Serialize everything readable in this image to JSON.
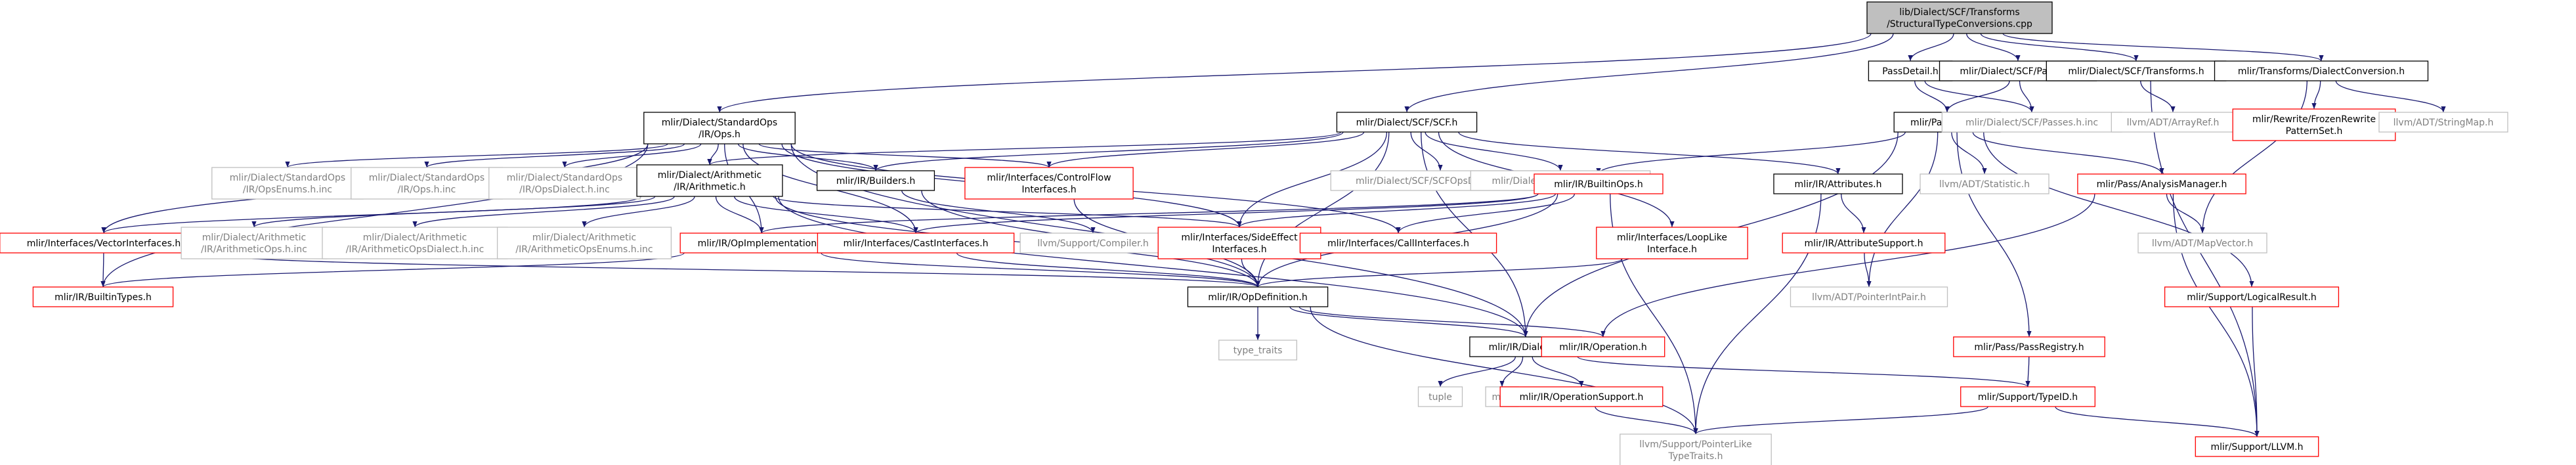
{
  "colors": {
    "edge": "#191970",
    "normal_border": "#000000",
    "missing_border": "#bfbfbf",
    "missing_text": "#808080",
    "error_border": "#ff0000",
    "root_fill": "#bfbfbf"
  },
  "nodes": [
    {
      "id": "root",
      "lines": [
        "lib/Dialect/SCF/Transforms",
        "/StructuralTypeConversions.cpp"
      ],
      "style": "root"
    },
    {
      "id": "passdetail",
      "lines": [
        "PassDetail.h"
      ],
      "style": "normal"
    },
    {
      "id": "scf_passes",
      "lines": [
        "mlir/Dialect/SCF/Passes.h"
      ],
      "style": "normal"
    },
    {
      "id": "scf_transforms",
      "lines": [
        "mlir/Dialect/SCF/Transforms.h"
      ],
      "style": "normal"
    },
    {
      "id": "dialect_conversion",
      "lines": [
        "mlir/Transforms/DialectConversion.h"
      ],
      "style": "normal"
    },
    {
      "id": "std_ops",
      "lines": [
        "mlir/Dialect/StandardOps",
        "/IR/Ops.h"
      ],
      "style": "normal"
    },
    {
      "id": "scf_h",
      "lines": [
        "mlir/Dialect/SCF/SCF.h"
      ],
      "style": "normal"
    },
    {
      "id": "pass_h",
      "lines": [
        "mlir/Pass/Pass.h"
      ],
      "style": "normal"
    },
    {
      "id": "passes_inc",
      "lines": [
        "mlir/Dialect/SCF/Passes.h.inc"
      ],
      "style": "missing"
    },
    {
      "id": "arrayref",
      "lines": [
        "llvm/ADT/ArrayRef.h"
      ],
      "style": "missing"
    },
    {
      "id": "frozen_rewrite",
      "lines": [
        "mlir/Rewrite/FrozenRewrite",
        "PatternSet.h"
      ],
      "style": "error"
    },
    {
      "id": "stringmap",
      "lines": [
        "llvm/ADT/StringMap.h"
      ],
      "style": "missing"
    },
    {
      "id": "std_enums_inc",
      "lines": [
        "mlir/Dialect/StandardOps",
        "/IR/OpsEnums.h.inc"
      ],
      "style": "missing"
    },
    {
      "id": "std_ops_inc",
      "lines": [
        "mlir/Dialect/StandardOps",
        "/IR/Ops.h.inc"
      ],
      "style": "missing"
    },
    {
      "id": "std_dialect_inc",
      "lines": [
        "mlir/Dialect/StandardOps",
        "/IR/OpsDialect.h.inc"
      ],
      "style": "missing"
    },
    {
      "id": "arith_h",
      "lines": [
        "mlir/Dialect/Arithmetic",
        "/IR/Arithmetic.h"
      ],
      "style": "normal"
    },
    {
      "id": "builders",
      "lines": [
        "mlir/IR/Builders.h"
      ],
      "style": "normal"
    },
    {
      "id": "control_flow",
      "lines": [
        "mlir/Interfaces/ControlFlow",
        "Interfaces.h"
      ],
      "style": "error"
    },
    {
      "id": "scf_dialect_inc",
      "lines": [
        "mlir/Dialect/SCF/SCFOpsDialect.h.inc"
      ],
      "style": "missing"
    },
    {
      "id": "scf_ops_inc",
      "lines": [
        "mlir/Dialect/SCF/SCFOps.h.inc"
      ],
      "style": "missing"
    },
    {
      "id": "builtin_ops",
      "lines": [
        "mlir/IR/BuiltinOps.h"
      ],
      "style": "error"
    },
    {
      "id": "attributes",
      "lines": [
        "mlir/IR/Attributes.h"
      ],
      "style": "normal"
    },
    {
      "id": "statistic",
      "lines": [
        "llvm/ADT/Statistic.h"
      ],
      "style": "missing"
    },
    {
      "id": "analysis_mgr",
      "lines": [
        "mlir/Pass/AnalysisManager.h"
      ],
      "style": "error"
    },
    {
      "id": "vector_iface",
      "lines": [
        "mlir/Interfaces/VectorInterfaces.h"
      ],
      "style": "error"
    },
    {
      "id": "arith_ops_inc",
      "lines": [
        "mlir/Dialect/Arithmetic",
        "/IR/ArithmeticOps.h.inc"
      ],
      "style": "missing"
    },
    {
      "id": "arith_dialect_inc",
      "lines": [
        "mlir/Dialect/Arithmetic",
        "/IR/ArithmeticOpsDialect.h.inc"
      ],
      "style": "missing"
    },
    {
      "id": "arith_enums_inc",
      "lines": [
        "mlir/Dialect/Arithmetic",
        "/IR/ArithmeticOpsEnums.h.inc"
      ],
      "style": "missing"
    },
    {
      "id": "op_impl",
      "lines": [
        "mlir/IR/OpImplementation.h"
      ],
      "style": "error"
    },
    {
      "id": "cast_iface",
      "lines": [
        "mlir/Interfaces/CastInterfaces.h"
      ],
      "style": "error"
    },
    {
      "id": "compiler_h",
      "lines": [
        "llvm/Support/Compiler.h"
      ],
      "style": "missing"
    },
    {
      "id": "side_effect",
      "lines": [
        "mlir/Interfaces/SideEffect",
        "Interfaces.h"
      ],
      "style": "error"
    },
    {
      "id": "call_iface",
      "lines": [
        "mlir/Interfaces/CallInterfaces.h"
      ],
      "style": "error"
    },
    {
      "id": "loop_like",
      "lines": [
        "mlir/Interfaces/LoopLike",
        "Interface.h"
      ],
      "style": "error"
    },
    {
      "id": "attr_support",
      "lines": [
        "mlir/IR/AttributeSupport.h"
      ],
      "style": "error"
    },
    {
      "id": "mapvector",
      "lines": [
        "llvm/ADT/MapVector.h"
      ],
      "style": "missing"
    },
    {
      "id": "builtin_types",
      "lines": [
        "mlir/IR/BuiltinTypes.h"
      ],
      "style": "error"
    },
    {
      "id": "op_def",
      "lines": [
        "mlir/IR/OpDefinition.h"
      ],
      "style": "normal"
    },
    {
      "id": "ptr_int_pair",
      "lines": [
        "llvm/ADT/PointerIntPair.h"
      ],
      "style": "missing"
    },
    {
      "id": "logical_result",
      "lines": [
        "mlir/Support/LogicalResult.h"
      ],
      "style": "error"
    },
    {
      "id": "type_traits",
      "lines": [
        "type_traits"
      ],
      "style": "missing"
    },
    {
      "id": "dialect_h",
      "lines": [
        "mlir/IR/Dialect.h"
      ],
      "style": "normal"
    },
    {
      "id": "operation_h",
      "lines": [
        "mlir/IR/Operation.h"
      ],
      "style": "error"
    },
    {
      "id": "pass_registry",
      "lines": [
        "mlir/Pass/PassRegistry.h"
      ],
      "style": "error"
    },
    {
      "id": "tuple",
      "lines": [
        "tuple"
      ],
      "style": "missing"
    },
    {
      "id": "map",
      "lines": [
        "map"
      ],
      "style": "missing"
    },
    {
      "id": "op_support",
      "lines": [
        "mlir/IR/OperationSupport.h"
      ],
      "style": "error"
    },
    {
      "id": "type_id",
      "lines": [
        "mlir/Support/TypeID.h"
      ],
      "style": "error"
    },
    {
      "id": "llvm_h",
      "lines": [
        "mlir/Support/LLVM.h"
      ],
      "style": "error"
    },
    {
      "id": "ptr_like_traits",
      "lines": [
        "llvm/Support/PointerLike",
        "TypeTraits.h"
      ],
      "style": "missing"
    }
  ],
  "edges": [
    [
      "root",
      "passdetail"
    ],
    [
      "root",
      "scf_passes"
    ],
    [
      "root",
      "scf_transforms"
    ],
    [
      "root",
      "dialect_conversion"
    ],
    [
      "root",
      "std_ops"
    ],
    [
      "root",
      "scf_h"
    ],
    [
      "passdetail",
      "pass_h"
    ],
    [
      "passdetail",
      "passes_inc"
    ],
    [
      "scf_passes",
      "pass_h"
    ],
    [
      "scf_passes",
      "passes_inc"
    ],
    [
      "scf_transforms",
      "arrayref"
    ],
    [
      "scf_transforms",
      "llvm_h"
    ],
    [
      "dialect_conversion",
      "frozen_rewrite"
    ],
    [
      "dialect_conversion",
      "stringmap"
    ],
    [
      "dialect_conversion",
      "mapvector"
    ],
    [
      "std_ops",
      "std_enums_inc"
    ],
    [
      "std_ops",
      "std_ops_inc"
    ],
    [
      "std_ops",
      "std_dialect_inc"
    ],
    [
      "std_ops",
      "arith_h"
    ],
    [
      "std_ops",
      "builders"
    ],
    [
      "std_ops",
      "control_flow"
    ],
    [
      "std_ops",
      "vector_iface"
    ],
    [
      "std_ops",
      "builtin_types"
    ],
    [
      "std_ops",
      "op_impl"
    ],
    [
      "std_ops",
      "cast_iface"
    ],
    [
      "std_ops",
      "side_effect"
    ],
    [
      "std_ops",
      "call_iface"
    ],
    [
      "std_ops",
      "dialect_h"
    ],
    [
      "scf_h",
      "arith_h"
    ],
    [
      "scf_h",
      "builders"
    ],
    [
      "scf_h",
      "control_flow"
    ],
    [
      "scf_h",
      "scf_dialect_inc"
    ],
    [
      "scf_h",
      "scf_ops_inc"
    ],
    [
      "scf_h",
      "loop_like"
    ],
    [
      "scf_h",
      "side_effect"
    ],
    [
      "scf_h",
      "attributes"
    ],
    [
      "scf_h",
      "op_def"
    ],
    [
      "scf_h",
      "dialect_h"
    ],
    [
      "pass_h",
      "builtin_ops"
    ],
    [
      "pass_h",
      "statistic"
    ],
    [
      "pass_h",
      "analysis_mgr"
    ],
    [
      "pass_h",
      "ptr_int_pair"
    ],
    [
      "pass_h",
      "pass_registry"
    ],
    [
      "pass_h",
      "logical_result"
    ],
    [
      "pass_h",
      "dialect_h"
    ],
    [
      "arith_h",
      "vector_iface"
    ],
    [
      "arith_h",
      "arith_ops_inc"
    ],
    [
      "arith_h",
      "arith_dialect_inc"
    ],
    [
      "arith_h",
      "arith_enums_inc"
    ],
    [
      "arith_h",
      "op_impl"
    ],
    [
      "arith_h",
      "cast_iface"
    ],
    [
      "arith_h",
      "side_effect"
    ],
    [
      "arith_h",
      "op_def"
    ],
    [
      "arith_h",
      "dialect_h"
    ],
    [
      "builders",
      "op_def"
    ],
    [
      "builders",
      "compiler_h"
    ],
    [
      "control_flow",
      "op_def"
    ],
    [
      "builtin_ops",
      "side_effect"
    ],
    [
      "builtin_ops",
      "cast_iface"
    ],
    [
      "builtin_ops",
      "call_iface"
    ],
    [
      "builtin_ops",
      "op_impl"
    ],
    [
      "builtin_ops",
      "op_def"
    ],
    [
      "builtin_ops",
      "ptr_like_traits"
    ],
    [
      "attributes",
      "attr_support"
    ],
    [
      "attributes",
      "ptr_like_traits"
    ],
    [
      "analysis_mgr",
      "mapvector"
    ],
    [
      "analysis_mgr",
      "operation_h"
    ],
    [
      "analysis_mgr",
      "llvm_h"
    ],
    [
      "vector_iface",
      "builtin_types"
    ],
    [
      "vector_iface",
      "op_def"
    ],
    [
      "op_impl",
      "builtin_types"
    ],
    [
      "op_impl",
      "op_def"
    ],
    [
      "cast_iface",
      "op_def"
    ],
    [
      "side_effect",
      "op_def"
    ],
    [
      "loop_like",
      "op_def"
    ],
    [
      "attr_support",
      "ptr_int_pair"
    ],
    [
      "op_def",
      "type_traits"
    ],
    [
      "op_def",
      "dialect_h"
    ],
    [
      "op_def",
      "operation_h"
    ],
    [
      "op_def",
      "ptr_like_traits"
    ],
    [
      "logical_result",
      "llvm_h"
    ],
    [
      "dialect_h",
      "tuple"
    ],
    [
      "dialect_h",
      "map"
    ],
    [
      "dialect_h",
      "op_support"
    ],
    [
      "dialect_h",
      "type_id"
    ],
    [
      "pass_registry",
      "type_id"
    ],
    [
      "op_support",
      "ptr_like_traits"
    ],
    [
      "type_id",
      "ptr_like_traits"
    ],
    [
      "type_id",
      "llvm_h"
    ]
  ]
}
